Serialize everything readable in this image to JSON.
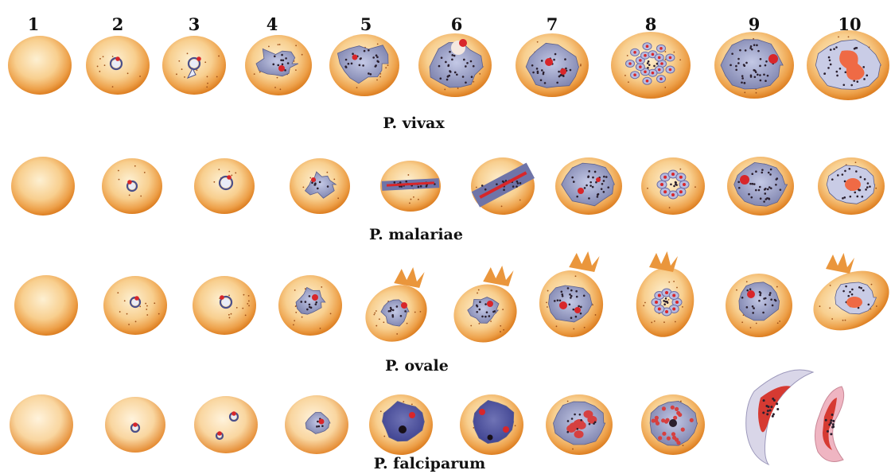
{
  "stage_numbers": [
    "1",
    "2",
    "3",
    "4",
    "5",
    "6",
    "7",
    "8",
    "9",
    "10"
  ],
  "species": [
    {
      "label": "P. vivax"
    },
    {
      "label": "P. malariae"
    },
    {
      "label": "P. ovale"
    },
    {
      "label": "P. falciparum"
    }
  ],
  "colors": {
    "background": "#ffffff",
    "cell_core": "#fbe2b4",
    "cell_rim": "#e38a2c",
    "cell_pale_core": "#fdebd0",
    "cytoplasm": "#8d93b8",
    "pigment": "#2a1f2e",
    "chromatin": "#d8262a",
    "parasite_ring": "#4a4f8a",
    "gametocyte_pale": "#d9d6e8",
    "gametocyte_pink": "#efb5c2"
  }
}
